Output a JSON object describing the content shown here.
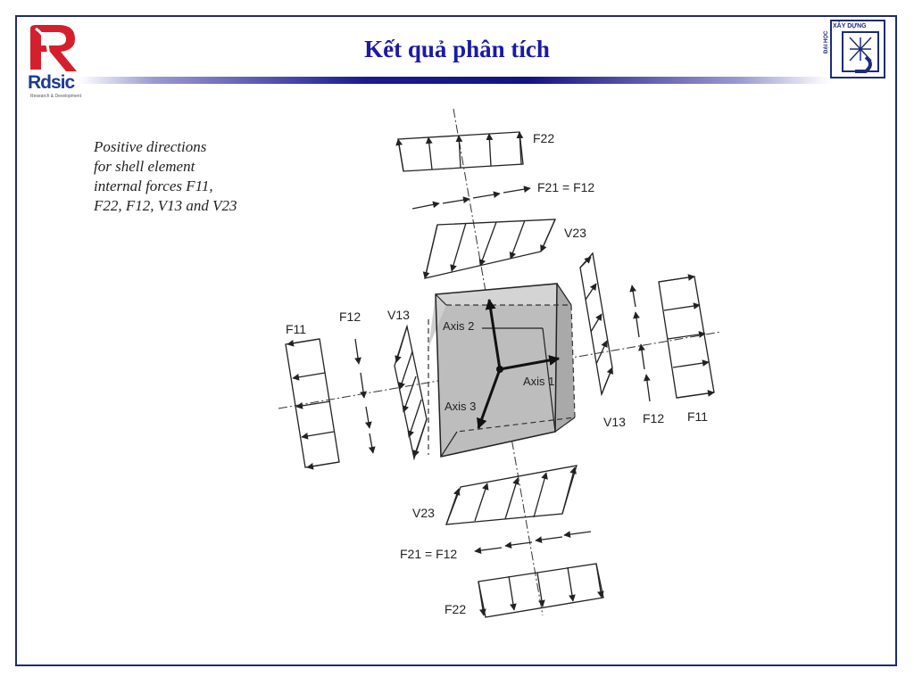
{
  "slide": {
    "title": "Kết quả phân tích",
    "logo_left_text": "Rdsic",
    "logo_left_sub": "Research & Development",
    "logo_right_top": "XÂY DỰNG",
    "logo_right_side": "ĐẠI HỌC"
  },
  "diagram": {
    "caption_lines": [
      "Positive directions",
      "for shell element",
      "internal forces F11,",
      "F22, F12, V13 and V23"
    ],
    "labels": {
      "f22_top": "F22",
      "f21_top": "F21 = F12",
      "v23_top": "V23",
      "f11_left": "F11",
      "f12_left": "F12",
      "v13_left": "V13",
      "v13_right": "V13",
      "f12_right": "F12",
      "f11_right": "F11",
      "v23_bottom": "V23",
      "f21_bottom": "F21 = F12",
      "f22_bottom": "F22",
      "axis1": "Axis 1",
      "axis2": "Axis 2",
      "axis3": "Axis 3"
    }
  }
}
